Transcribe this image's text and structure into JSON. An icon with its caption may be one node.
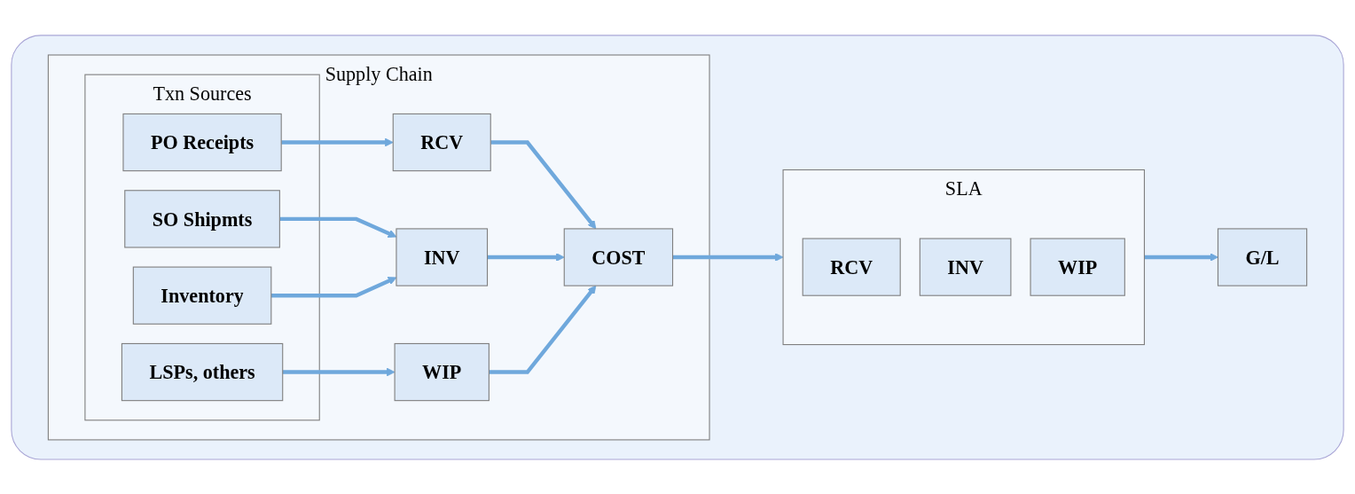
{
  "diagram": {
    "nodes": [
      {
        "text": [],
        "shape": "box"
      },
      {
        "text": [
          "Supply Chain"
        ],
        "in": 0
      },
      {
        "text": [
          "Txn Sources"
        ],
        "in": 1
      },
      {
        "text": [
          "PO Receipts"
        ],
        "in": 2
      },
      {
        "text": [
          "SO Shipmts"
        ],
        "in": 2
      },
      {
        "text": [
          "Inventory"
        ],
        "in": 2
      },
      {
        "text": [
          "LSPs, others"
        ],
        "in": 2
      },
      {
        "text": [
          "RCV"
        ],
        "in": 1
      },
      {
        "text": [
          "INV"
        ],
        "in": 1
      },
      {
        "text": [
          "WIP"
        ],
        "in": 1
      },
      {
        "text": [
          "COST"
        ],
        "in": 1
      },
      {
        "text": [
          "SLA"
        ],
        "in": 0
      },
      {
        "text": [
          "RCV"
        ],
        "in": 11
      },
      {
        "text": [
          "INV"
        ],
        "in": 11
      },
      {
        "text": [
          "WIP"
        ],
        "in": 11
      },
      {
        "text": [
          "G/L"
        ],
        "in": 0
      }
    ],
    "edges": [
      {
        "from": 3,
        "to": 7,
        "arrow": "to"
      },
      {
        "from": 4,
        "to": 8,
        "arrow": "to"
      },
      {
        "from": 5,
        "to": 8,
        "arrow": "to"
      },
      {
        "from": 6,
        "to": 9,
        "arrow": "to"
      },
      {
        "from": 7,
        "to": 10,
        "arrow": "to"
      },
      {
        "from": 8,
        "to": 10,
        "arrow": "to"
      },
      {
        "from": 9,
        "to": 10,
        "arrow": "to"
      },
      {
        "from": 10,
        "to": 11,
        "arrow": "to"
      },
      {
        "from": 11,
        "to": 15,
        "arrow": "to"
      }
    ]
  }
}
